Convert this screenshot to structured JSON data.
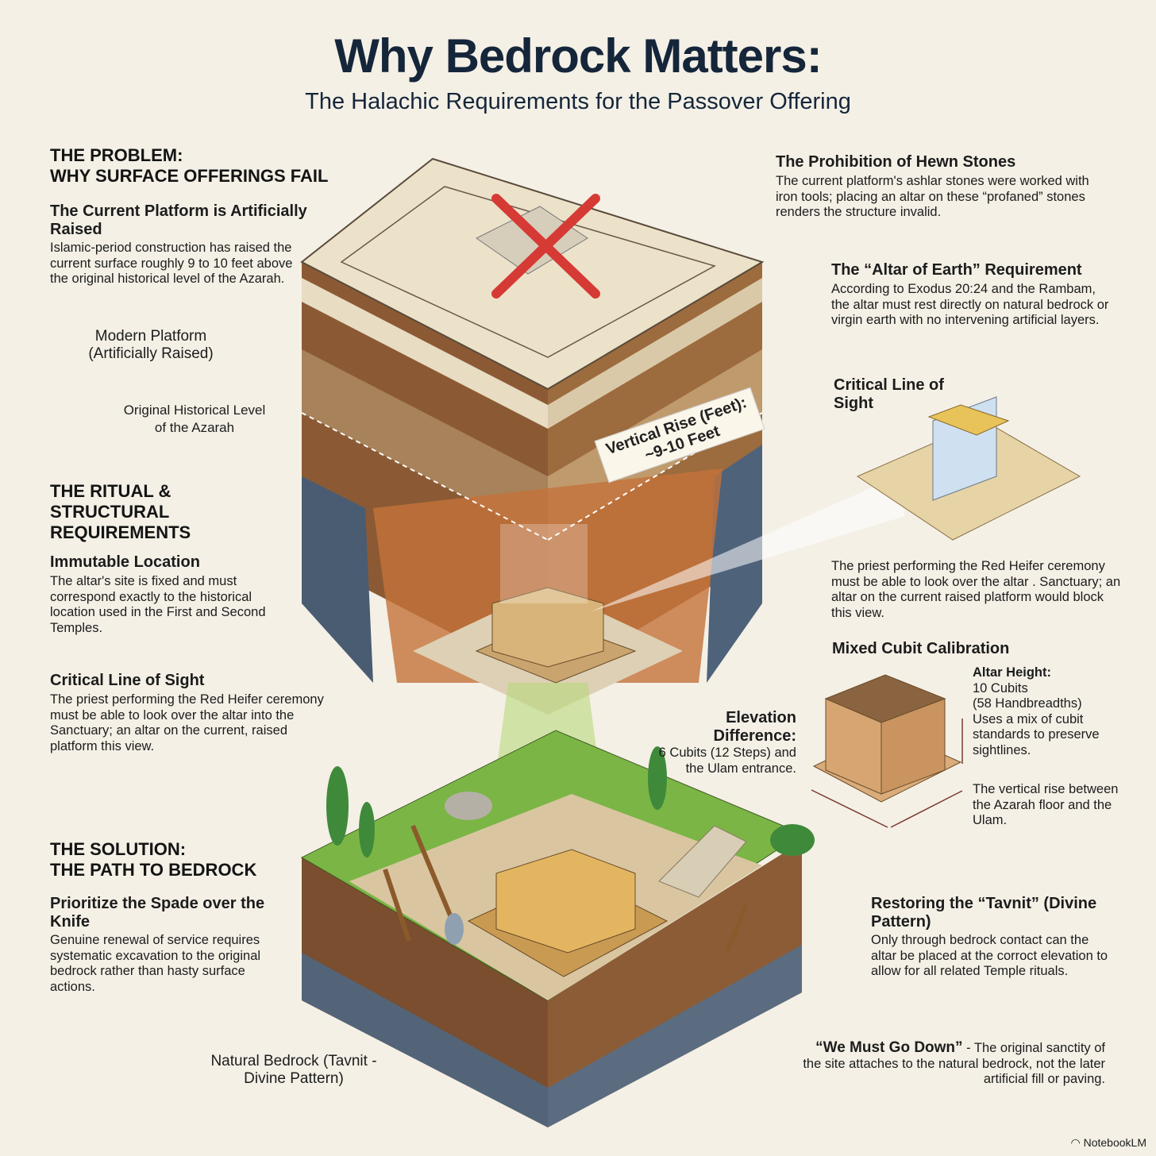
{
  "title": "Why Bedrock Matters:",
  "subtitle": "The Halachic Requirements for the Passover Offering",
  "left": {
    "problem": {
      "heading_1": "THE PROBLEM:",
      "heading_2": "WHY SURFACE OFFERINGS FAIL",
      "item_title": "The Current Platform is Artificially Raised",
      "item_text": "Islamic-period construction has raised the current surface roughly 9 to 10 feet above the original historical level of the Azarah."
    },
    "label_modern": "Modern Platform (Artificially Raised)",
    "label_original": "Original Historical Level of the Azarah",
    "ritual": {
      "heading": "THE RITUAL & STRUCTURAL REQUIREMENTS",
      "items": [
        {
          "title": "Immutable Location",
          "text": "The altar's site is fixed and must correspond exactly to the historical location used in the First and Second Temples."
        },
        {
          "title": "Critical Line of Sight",
          "text": "The priest performing the Red Heifer ceremony must be able to look over the altar into the Sanctuary; an altar on the current, raised platform this view."
        }
      ]
    },
    "solution": {
      "heading_1": "THE SOLUTION:",
      "heading_2": "THE PATH TO BEDROCK",
      "item_title": "Prioritize the Spade over the Knife",
      "item_text": "Genuine renewal of service requires systematic excavation to the original bedrock rather than hasty surface actions."
    },
    "label_bedrock": "Natural Bedrock (Tavnit - Divine Pattern)"
  },
  "right": {
    "hewn": {
      "title": "The Prohibition of Hewn Stones",
      "text": "The current platform's ashlar stones were worked with iron tools; placing an altar on these “profaned” stones renders the structure invalid."
    },
    "earth": {
      "title": "The “Altar of Earth” Requirement",
      "text": "According to Exodus 20:24 and the Rambam, the altar must rest directly on natural bedrock or virgin earth with no intervening artificial layers."
    },
    "sight_label": "Critical Line of Sight",
    "sight_text": "The priest performing the Red Heifer ceremony must be able to look over the altar . Sanctuary; an altar on the current raised platform would block this view.",
    "cubit": {
      "title": "Mixed Cubit Calibration",
      "height_label": "Altar Height:",
      "height_value": "10 Cubits",
      "height_alt": "(58 Handbreadths)",
      "note": "Uses a mix of cubit standards to preserve sightlines.",
      "rise_note": "The vertical rise between the Azarah floor and the Ulam."
    },
    "elevation": {
      "title": "Elevation Difference:",
      "text": "6 Cubits (12 Steps) and the Ulam entrance."
    },
    "tavnit": {
      "title": "Restoring the “Tavnit” (Divine Pattern)",
      "text": "Only through bedrock contact can the altar be placed at the corroct elevation to allow for all related Temple rituals."
    },
    "go_down": {
      "quote": "“We Must Go Down”",
      "text": " - The original sanctity of the site attaches to the natural bedrock, not the later artificial fill or paving."
    }
  },
  "rise_label_1": "Vertical Rise (Feet):",
  "rise_label_2": "~9-10 Feet",
  "brand": "NotebookLM",
  "colors": {
    "title": "#15263a",
    "background": "#f4f0e6",
    "cross": "#d63a34",
    "grass": "#6fae3c"
  }
}
